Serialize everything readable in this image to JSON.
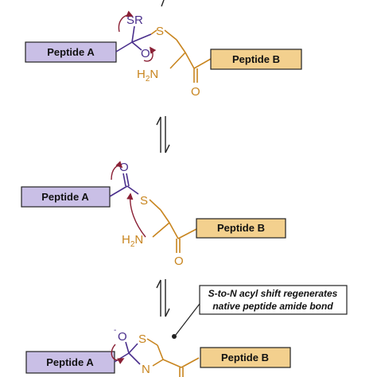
{
  "colors": {
    "peptide_a_fill": "#c9bfe6",
    "peptide_b_fill": "#f3d08e",
    "peptide_a_bond": "#4a2f8c",
    "peptide_b_bond": "#c8851f",
    "arrow": "#8a2035",
    "equilibrium": "#222222"
  },
  "labels": {
    "peptide_a": "Peptide A",
    "peptide_b": "Peptide B"
  },
  "atoms": {
    "sr": "SR",
    "oxygen": "O",
    "oxygen_anion": "O",
    "minus": "-",
    "sulfur": "S",
    "nitrogen": "N",
    "amine_h": "H",
    "amine_sub": "2",
    "amine_n": "N"
  },
  "annotation": {
    "line1": "S-to-N acyl shift regenerates",
    "line2": "native peptide amide bond"
  },
  "icons": {
    "equilibrium": "equilibrium-arrows-icon",
    "electron_push": "curved-arrow-icon"
  }
}
